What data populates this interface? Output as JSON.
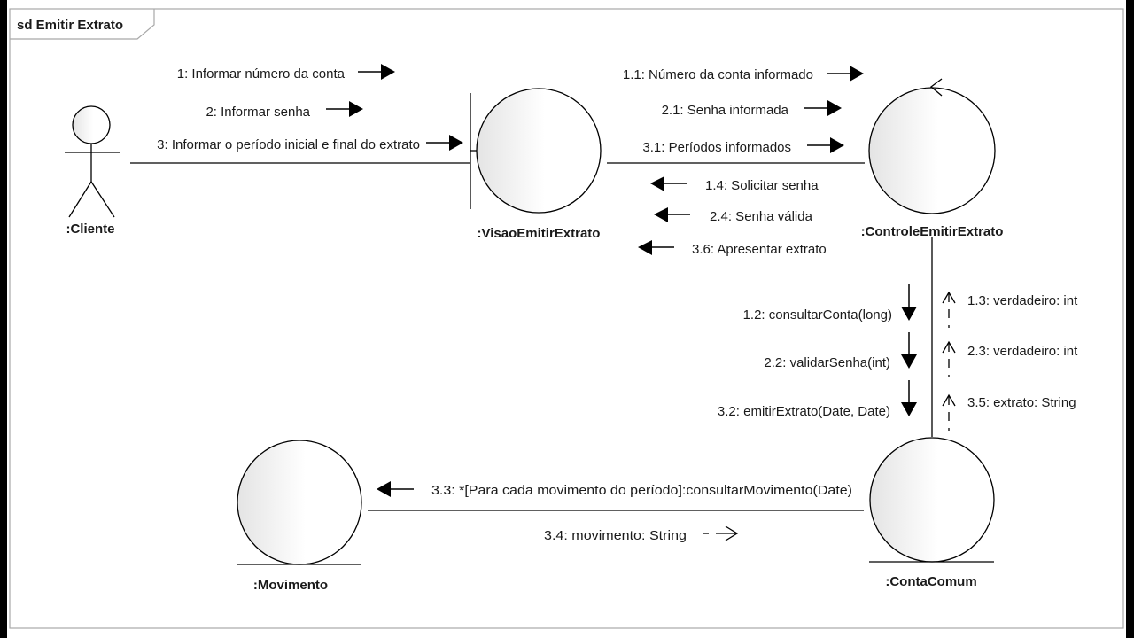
{
  "frame": {
    "title": "sd Emitir Extrato"
  },
  "colors": {
    "line": "#000000",
    "frame": "#a0a0a0",
    "fill_start": "#e6e6e6",
    "fill_end": "#ffffff"
  },
  "lifelines": {
    "cliente": {
      "name": ":Cliente",
      "kind": "actor"
    },
    "visao": {
      "name": ":VisaoEmitirExtrato",
      "kind": "boundary"
    },
    "controle": {
      "name": ":ControleEmitirExtrato",
      "kind": "control"
    },
    "conta": {
      "name": ":ContaComum",
      "kind": "entity"
    },
    "movimento": {
      "name": ":Movimento",
      "kind": "entity"
    }
  },
  "messages": {
    "m1": {
      "text": "1: Informar número da conta",
      "direction": "right",
      "style": "sync"
    },
    "m2": {
      "text": "2: Informar senha",
      "direction": "right",
      "style": "sync"
    },
    "m3": {
      "text": "3: Informar o período inicial e final do extrato",
      "direction": "right",
      "style": "sync"
    },
    "m1_1": {
      "text": "1.1: Número da conta informado",
      "direction": "right",
      "style": "sync"
    },
    "m2_1": {
      "text": "2.1: Senha informada",
      "direction": "right",
      "style": "sync"
    },
    "m3_1": {
      "text": "3.1: Períodos informados",
      "direction": "right",
      "style": "sync"
    },
    "m1_4": {
      "text": "1.4: Solicitar senha",
      "direction": "left",
      "style": "sync"
    },
    "m2_4": {
      "text": "2.4: Senha válida",
      "direction": "left",
      "style": "sync"
    },
    "m3_6": {
      "text": "3.6: Apresentar extrato",
      "direction": "left",
      "style": "sync"
    },
    "m1_2": {
      "text": "1.2: consultarConta(long)",
      "direction": "down",
      "style": "sync"
    },
    "m2_2": {
      "text": "2.2: validarSenha(int)",
      "direction": "down",
      "style": "sync"
    },
    "m3_2": {
      "text": "3.2: emitirExtrato(Date, Date)",
      "direction": "down",
      "style": "sync"
    },
    "m1_3": {
      "text": "1.3: verdadeiro: int",
      "direction": "up",
      "style": "reply"
    },
    "m2_3": {
      "text": "2.3: verdadeiro: int",
      "direction": "up",
      "style": "reply"
    },
    "m3_5": {
      "text": "3.5: extrato: String",
      "direction": "up",
      "style": "reply"
    },
    "m3_3": {
      "text": "3.3: *[Para cada movimento do período]:consultarMovimento(Date)",
      "direction": "left",
      "style": "sync"
    },
    "m3_4": {
      "text": "3.4: movimento: String",
      "direction": "right",
      "style": "reply"
    }
  }
}
